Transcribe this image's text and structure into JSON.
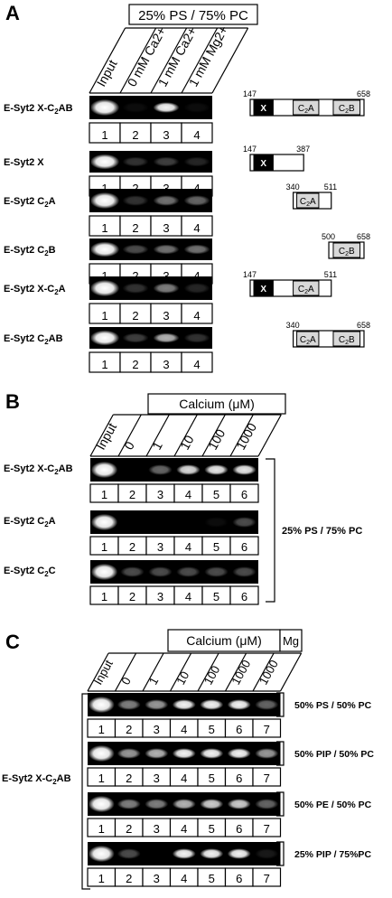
{
  "panelA": {
    "letter": "A",
    "header": "25% PS / 75% PC",
    "col_labels": [
      "Input",
      "0 mM Ca2+",
      "1 mM Ca2+",
      "1 mM Mg2+"
    ],
    "rows": [
      {
        "sub_main": "E-Syt2 X-C",
        "sub": "2",
        "sub_tail": "AB",
        "lanes": [
          "1",
          "2",
          "3",
          "4"
        ],
        "domain": {
          "start": "147",
          "end": "658",
          "segments": [
            "X",
            "C2A",
            "C2B"
          ]
        },
        "intensity": [
          1.0,
          0.05,
          0.95,
          0.05
        ]
      },
      {
        "sub_main": "E-Syt2 X",
        "sub": "",
        "sub_tail": "",
        "lanes": [
          "1",
          "2",
          "3",
          "4"
        ],
        "domain": {
          "start": "147",
          "end": "387",
          "segments": [
            "X"
          ]
        },
        "intensity": [
          1.0,
          0.2,
          0.25,
          0.15
        ]
      },
      {
        "sub_main": "E-Syt2 C",
        "sub": "2",
        "sub_tail": "A",
        "lanes": [
          "1",
          "2",
          "3",
          "4"
        ],
        "domain": {
          "start": "340",
          "end": "511",
          "segments": [
            "C2A"
          ]
        },
        "intensity": [
          1.0,
          0.2,
          0.45,
          0.4
        ]
      },
      {
        "sub_main": "E-Syt2 C",
        "sub": "2",
        "sub_tail": "B",
        "lanes": [
          "1",
          "2",
          "3",
          "4"
        ],
        "domain": {
          "start": "500",
          "end": "658",
          "segments": [
            "C2B"
          ]
        },
        "intensity": [
          1.0,
          0.3,
          0.45,
          0.45
        ]
      },
      {
        "sub_main": "E-Syt2 X-C",
        "sub": "2",
        "sub_tail": "A",
        "lanes": [
          "1",
          "2",
          "3",
          "4"
        ],
        "domain": {
          "start": "147",
          "end": "511",
          "segments": [
            "X",
            "C2A"
          ]
        },
        "intensity": [
          1.0,
          0.2,
          0.5,
          0.15
        ]
      },
      {
        "sub_main": "E-Syt2 C",
        "sub": "2",
        "sub_tail": "AB",
        "lanes": [
          "1",
          "2",
          "3",
          "4"
        ],
        "domain": {
          "start": "340",
          "end": "658",
          "segments": [
            "C2A",
            "C2B"
          ]
        },
        "intensity": [
          1.0,
          0.25,
          0.7,
          0.2
        ]
      }
    ]
  },
  "panelB": {
    "letter": "B",
    "header": "Calcium (μM)",
    "col_labels": [
      "Input",
      "0",
      "1",
      "10",
      "100",
      "1000"
    ],
    "side_label": "25% PS / 75% PC",
    "rows": [
      {
        "sub_main": "E-Syt2 X-C",
        "sub": "2",
        "sub_tail": "AB",
        "lanes": [
          "1",
          "2",
          "3",
          "4",
          "5",
          "6"
        ],
        "intensity": [
          1.0,
          0.0,
          0.4,
          0.85,
          0.9,
          0.9
        ]
      },
      {
        "sub_main": "E-Syt2 C",
        "sub": "2",
        "sub_tail": "A",
        "lanes": [
          "1",
          "2",
          "3",
          "4",
          "5",
          "6"
        ],
        "intensity": [
          1.0,
          0.0,
          0.0,
          0.0,
          0.05,
          0.3
        ]
      },
      {
        "sub_main": "E-Syt2 C",
        "sub": "2",
        "sub_tail": "C",
        "lanes": [
          "1",
          "2",
          "3",
          "4",
          "5",
          "6"
        ],
        "intensity": [
          1.0,
          0.3,
          0.3,
          0.3,
          0.3,
          0.3
        ]
      }
    ]
  },
  "panelC": {
    "letter": "C",
    "header": "Calcium (μM)",
    "mg_label": "Mg",
    "col_labels": [
      "Input",
      "0",
      "1",
      "10",
      "100",
      "1000",
      "1000"
    ],
    "row_label_main": "E-Syt2 X-C",
    "row_label_sub": "2",
    "row_label_tail": "AB",
    "rows": [
      {
        "side": "50% PS / 50% PC",
        "lanes": [
          "1",
          "2",
          "3",
          "4",
          "5",
          "6",
          "7"
        ],
        "intensity": [
          1.0,
          0.5,
          0.6,
          0.95,
          0.95,
          0.95,
          0.4
        ]
      },
      {
        "side": "50% PIP / 50% PC",
        "lanes": [
          "1",
          "2",
          "3",
          "4",
          "5",
          "6",
          "7"
        ],
        "intensity": [
          1.0,
          0.6,
          0.7,
          0.95,
          0.95,
          0.95,
          0.6
        ]
      },
      {
        "side": "50% PE / 50% PC",
        "lanes": [
          "1",
          "2",
          "3",
          "4",
          "5",
          "6",
          "7"
        ],
        "intensity": [
          1.0,
          0.5,
          0.5,
          0.7,
          0.8,
          0.8,
          0.4
        ]
      },
      {
        "side": "25% PIP / 75%PC",
        "lanes": [
          "1",
          "2",
          "3",
          "4",
          "5",
          "6",
          "7"
        ],
        "intensity": [
          1.0,
          0.3,
          0.0,
          0.95,
          0.95,
          0.95,
          0.1
        ]
      }
    ]
  }
}
